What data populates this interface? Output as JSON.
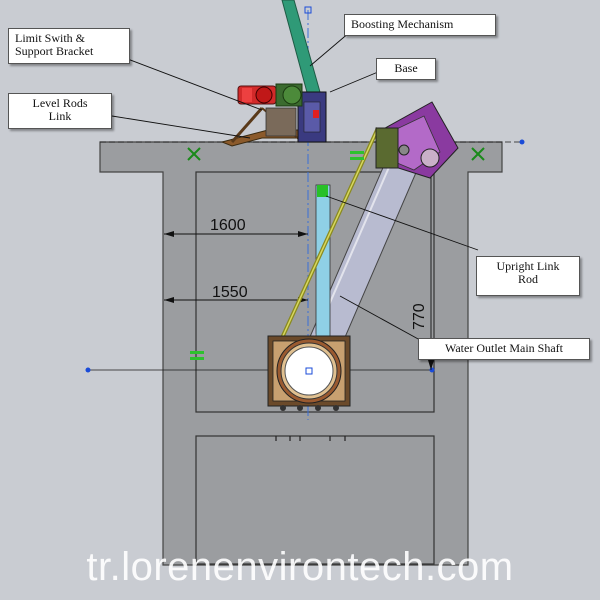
{
  "labels": {
    "limit_switch": "Limit Swith  &\nSupport Bracket",
    "level_rods": "Level Rods\nLink",
    "boosting": "Boosting Mechanism",
    "base": "Base",
    "upright_link": "Upright Link\nRod",
    "outlet_shaft": "Water Outlet Main Shaft"
  },
  "dimensions": {
    "d1600": "1600",
    "d1550": "1550",
    "d770": "770"
  },
  "watermark": "tr.lorenenvirontech.com",
  "colors": {
    "background": "#c9ccd2",
    "concrete": "#9b9da0",
    "shaft": "#b8bbd0",
    "motor": "#d22a2a",
    "gear": "#3b6b2f",
    "boom": "#2f9a77",
    "gearbox": "#8a3aa0",
    "frame": "#8b5a2b",
    "upright": "#8fd0e6",
    "pipe_ring": "#d8b07a",
    "axis": "#3a6fd8",
    "marker": "#2ec12e"
  }
}
